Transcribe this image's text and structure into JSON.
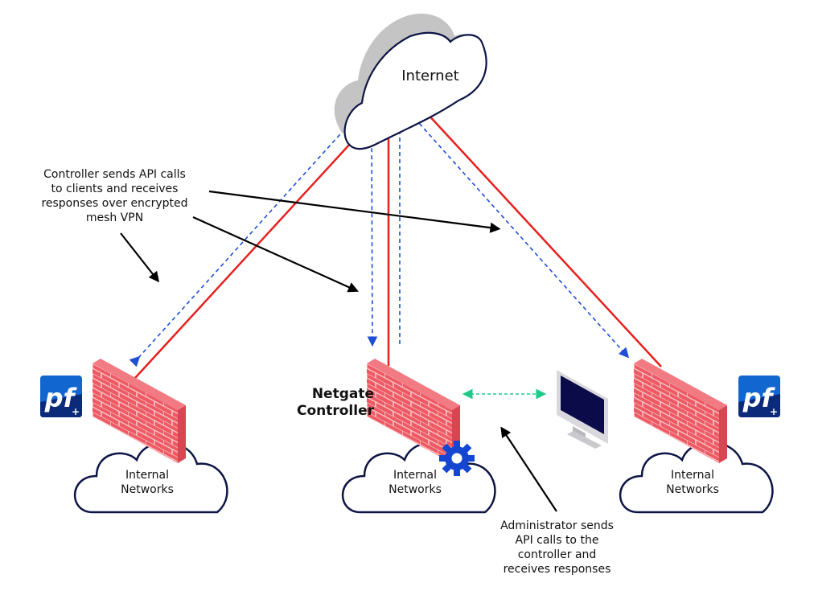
{
  "internet_label": "Internet",
  "controller_label_line1": "Netgate",
  "controller_label_line2": "Controller",
  "networks": [
    {
      "line1": "Internal",
      "line2": "Networks"
    },
    {
      "line1": "Internal",
      "line2": "Networks"
    },
    {
      "line1": "Internal",
      "line2": "Networks"
    }
  ],
  "annotation_controller": [
    "Controller sends API calls",
    "to clients and receives",
    "responses over encrypted",
    "mesh VPN"
  ],
  "annotation_admin": [
    "Administrator sends",
    "API calls to the",
    "controller and",
    "receives responses"
  ],
  "logo_text": "pf+",
  "colors": {
    "link_red": "#e8201e",
    "vpn_blue": "#1e4fd6",
    "admin_green": "#1ec98a",
    "brick": "#ee5a64",
    "cloud_outline": "#0d1445",
    "gear": "#1446d2",
    "pf_blue": "#1266d0"
  }
}
